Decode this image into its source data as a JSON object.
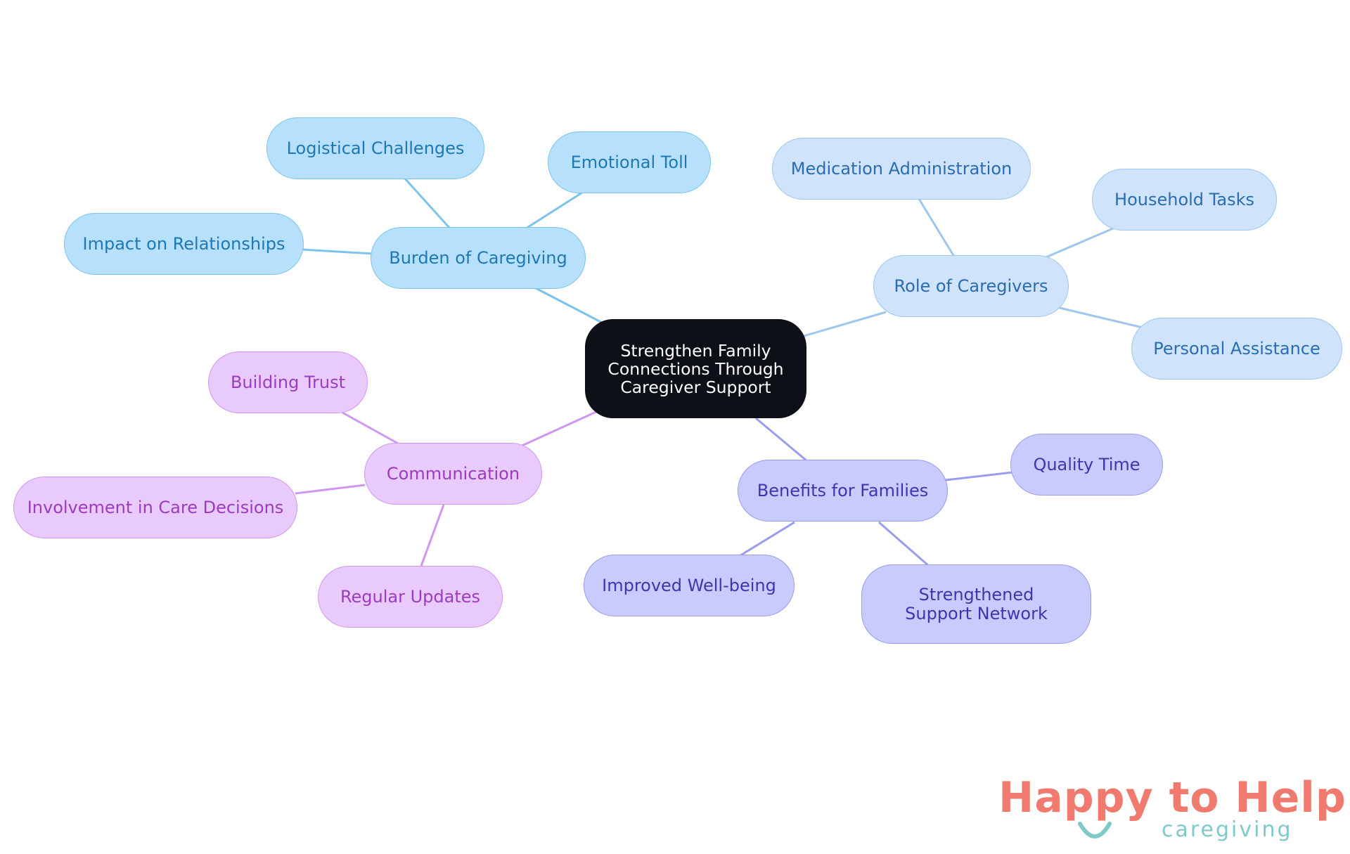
{
  "diagram": {
    "root": {
      "id": "root",
      "label": "Strengthen Family Connections Through Caregiver Support"
    },
    "branches": [
      {
        "id": "burden",
        "label": "Burden of Caregiving",
        "color": "#7cc4ec",
        "children": [
          {
            "id": "logistical",
            "label": "Logistical Challenges"
          },
          {
            "id": "emotional",
            "label": "Emotional Toll"
          },
          {
            "id": "impact",
            "label": "Impact on Relationships"
          }
        ]
      },
      {
        "id": "role",
        "label": "Role of Caregivers",
        "color": "#9fc6ec",
        "children": [
          {
            "id": "medication",
            "label": "Medication Administration"
          },
          {
            "id": "household",
            "label": "Household Tasks"
          },
          {
            "id": "personal",
            "label": "Personal Assistance"
          }
        ]
      },
      {
        "id": "comm",
        "label": "Communication",
        "color": "#cf97ef",
        "children": [
          {
            "id": "trust",
            "label": "Building Trust"
          },
          {
            "id": "involvement",
            "label": "Involvement in Care Decisions"
          },
          {
            "id": "updates",
            "label": "Regular Updates"
          }
        ]
      },
      {
        "id": "bene",
        "label": "Benefits for Families",
        "color": "#9a9cec",
        "children": [
          {
            "id": "quality",
            "label": "Quality Time"
          },
          {
            "id": "wellbeing",
            "label": "Improved Well-being"
          },
          {
            "id": "support",
            "label": "Strengthened Support Network"
          }
        ]
      }
    ]
  },
  "logo": {
    "main": "Happy to Help",
    "sub": "caregiving",
    "main_color": "#ef7a6d",
    "accent_color": "#7fc9c8"
  }
}
